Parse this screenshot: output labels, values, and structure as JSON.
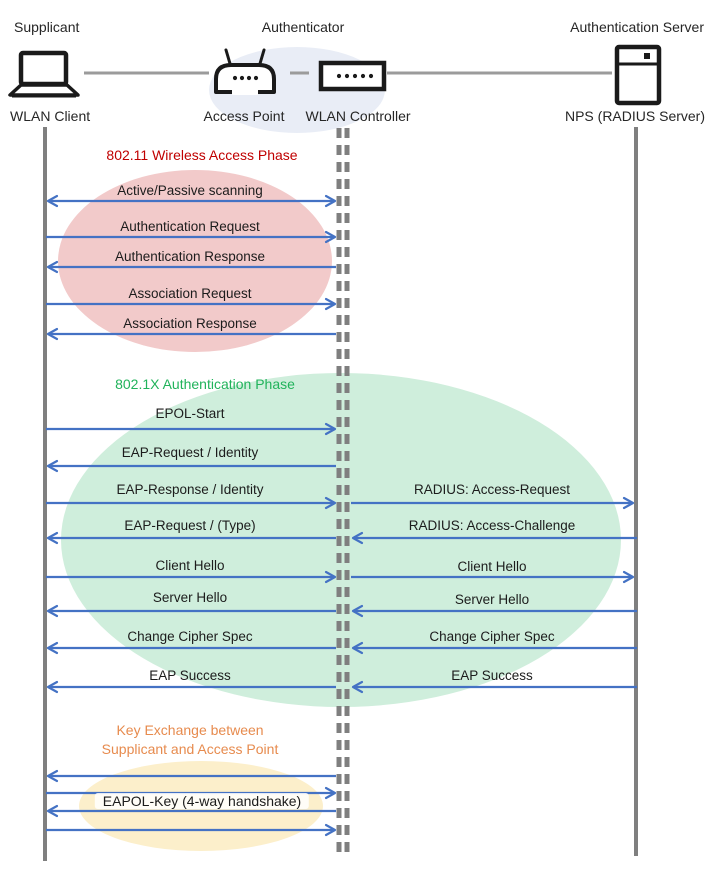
{
  "actors": {
    "supplicant_role": "Supplicant",
    "authenticator_role": "Authenticator",
    "server_role": "Authentication Server",
    "wlan_client": "WLAN Client",
    "access_point": "Access Point",
    "wlan_controller": "WLAN Controller",
    "nps": "NPS (RADIUS Server)"
  },
  "phases": {
    "wireless_access": {
      "title": "802.11 Wireless Access Phase",
      "title_color": "#C00000",
      "ellipse_fill": "#F2CACA"
    },
    "authentication": {
      "title": "802.1X Authentication Phase",
      "title_color": "#21B35B",
      "ellipse_fill": "#CFEEDC"
    },
    "key_exchange": {
      "title_line1": "Key Exchange between",
      "title_line2": "Supplicant and Access Point",
      "title_color": "#E78B4E",
      "ellipse_fill": "#FCEFCB"
    }
  },
  "messages": {
    "scanning": "Active/Passive scanning",
    "auth_request": "Authentication Request",
    "auth_response": "Authentication Response",
    "assoc_request": "Association Request",
    "assoc_response": "Association Response",
    "epol_start": "EPOL-Start",
    "eap_request_identity": "EAP-Request / Identity",
    "eap_response_identity": "EAP-Response / Identity",
    "eap_request_type": "EAP-Request / (Type)",
    "radius_access_request": "RADIUS: Access-Request",
    "radius_access_challenge": "RADIUS: Access-Challenge",
    "client_hello": "Client Hello",
    "server_hello": "Server Hello",
    "change_cipher_spec": "Change Cipher Spec",
    "eap_success": "EAP Success",
    "eapol_key": "EAPOL-Key (4-way handshake)"
  },
  "icons": {
    "laptop": "laptop-icon",
    "access_point": "wireless-access-point-icon",
    "wlan_controller": "wlan-controller-icon",
    "server": "server-icon"
  },
  "colors": {
    "arrow": "#4472C4",
    "lifeline": "#7F7F7F",
    "connector": "#9B9B9B",
    "authenticator_ellipse": "#E9EDF6"
  }
}
